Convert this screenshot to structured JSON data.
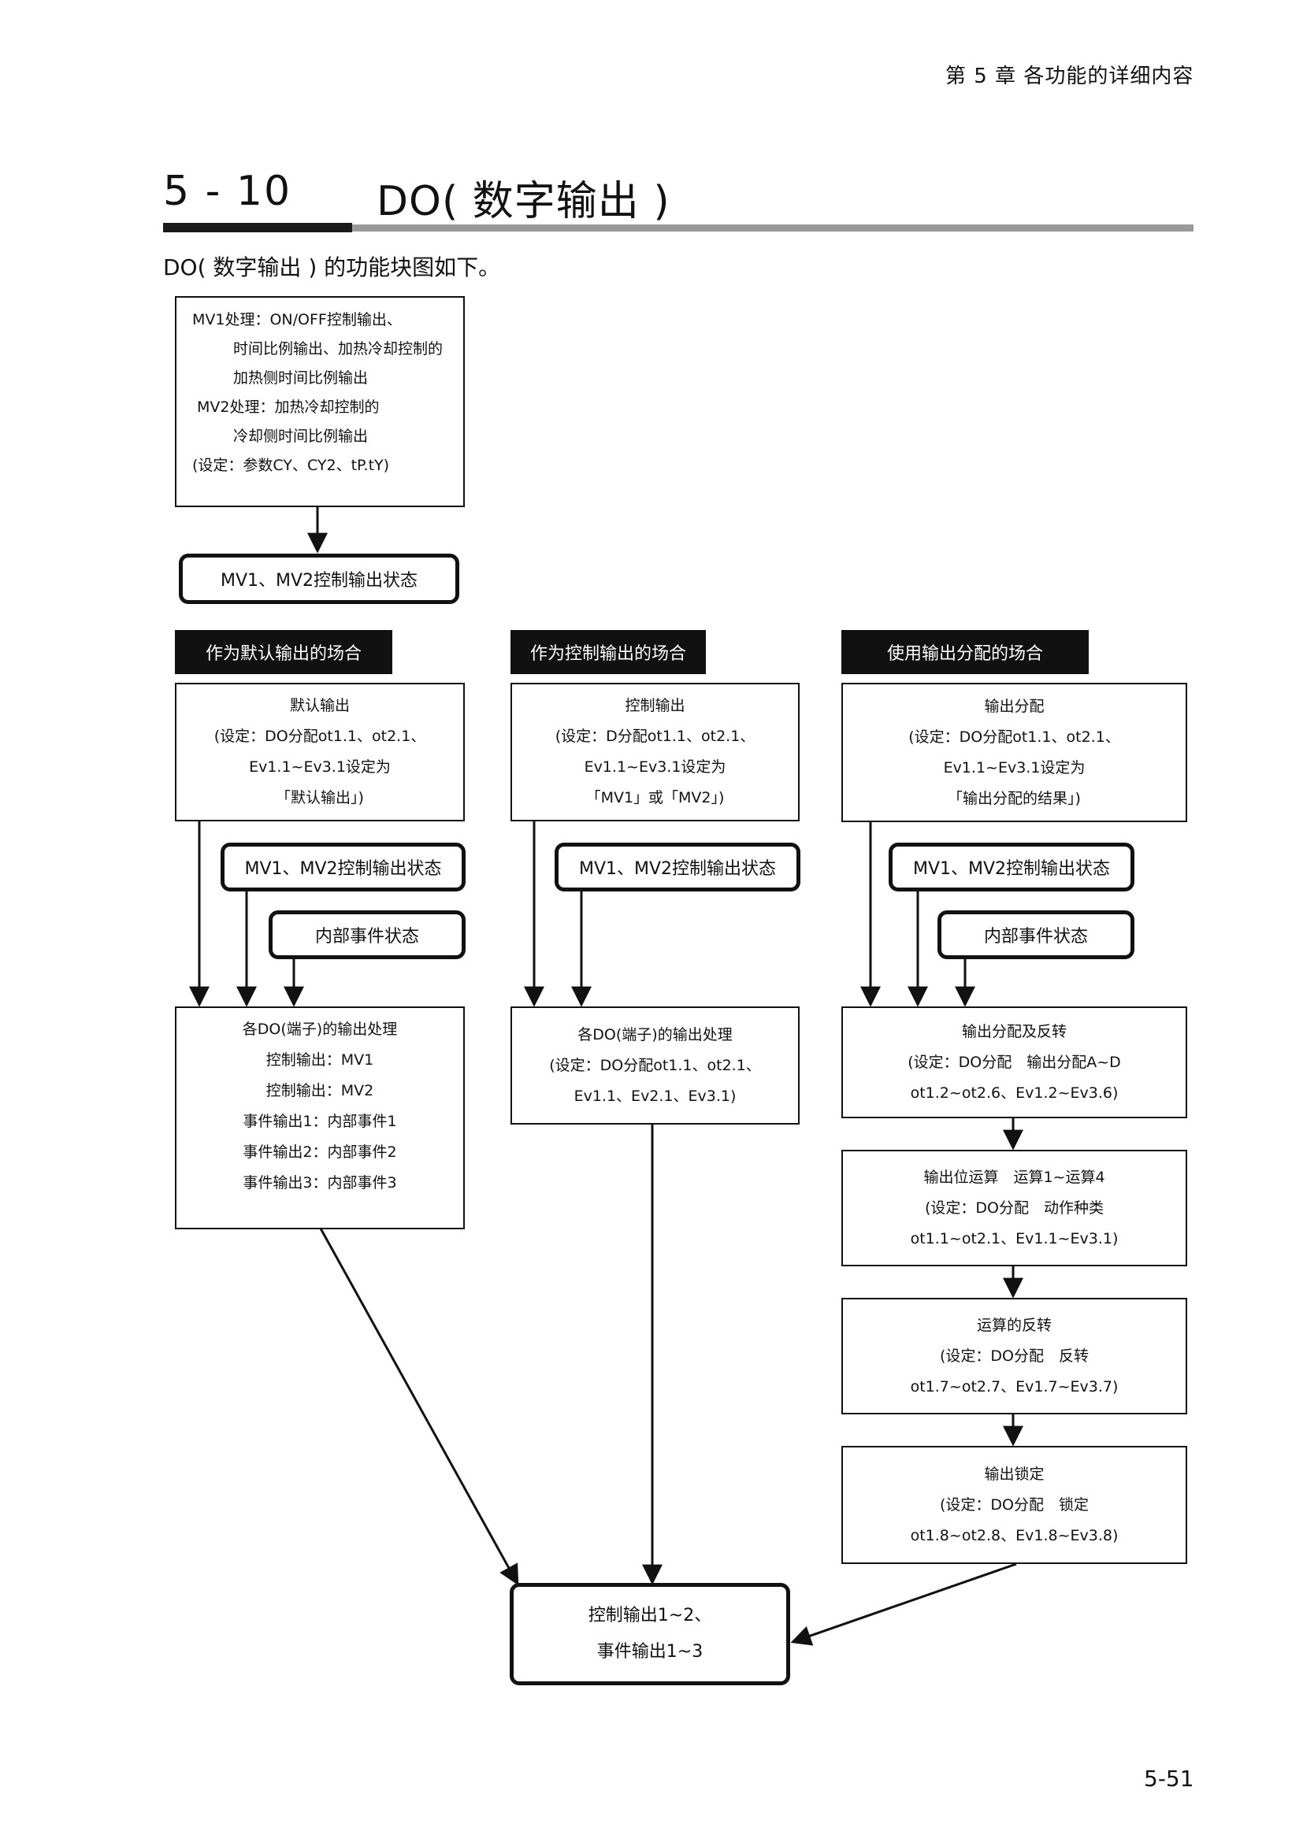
{
  "header": {
    "chapter": "第 5 章 各功能的详细内容"
  },
  "section": {
    "number": "5 - 10",
    "title": "DO( 数字输出 )"
  },
  "intro": "DO( 数字输出 ) 的功能块图如下。",
  "mv_box": {
    "lines": [
      "MV1处理：ON/OFF控制输出、",
      "时间比例输出、加热冷却控制的",
      "加热侧时间比例输出",
      "MV2处理：加热冷却控制的",
      "冷却侧时间比例输出",
      "(设定：参数CY、CY2、tP.tY)"
    ]
  },
  "mv_state_top": "MV1、MV2控制输出状态",
  "columns": [
    {
      "header": "作为默认输出的场合",
      "setting_box": {
        "lines": [
          "默认输出",
          "(设定：DO分配ot1.1、ot2.1、",
          "Ev1.1~Ev3.1设定为",
          "「默认输出」)"
        ]
      },
      "mv_state": "MV1、MV2控制输出状态",
      "event_state": "内部事件状态",
      "process_box": {
        "lines": [
          "各DO(端子)的输出处理",
          "控制输出：MV1",
          "控制输出：MV2",
          "事件输出1：内部事件1",
          "事件输出2：内部事件2",
          "事件输出3：内部事件3"
        ]
      }
    },
    {
      "header": "作为控制输出的场合",
      "setting_box": {
        "lines": [
          "控制输出",
          "(设定：D分配ot1.1、ot2.1、",
          "Ev1.1~Ev3.1设定为",
          "「MV1」或「MV2」)"
        ]
      },
      "mv_state": "MV1、MV2控制输出状态",
      "process_box": {
        "lines": [
          "各DO(端子)的输出处理",
          "(设定：DO分配ot1.1、ot2.1、",
          "Ev1.1、Ev2.1、Ev3.1)"
        ]
      }
    },
    {
      "header": "使用输出分配的场合",
      "setting_box": {
        "lines": [
          "输出分配",
          "(设定：DO分配ot1.1、ot2.1、",
          "Ev1.1~Ev3.1设定为",
          "「输出分配的结果」)"
        ]
      },
      "mv_state": "MV1、MV2控制输出状态",
      "event_state": "内部事件状态",
      "chain": [
        {
          "lines": [
            "输出分配及反转",
            "(设定：DO分配　输出分配A~D",
            "ot1.2~ot2.6、Ev1.2~Ev3.6)"
          ]
        },
        {
          "lines": [
            "输出位运算　运算1~运算4",
            "(设定：DO分配　动作种类",
            "ot1.1~ot2.1、Ev1.1~Ev3.1)"
          ]
        },
        {
          "lines": [
            "运算的反转",
            "(设定：DO分配　反转",
            "ot1.7~ot2.7、Ev1.7~Ev3.7)"
          ]
        },
        {
          "lines": [
            "输出锁定",
            "(设定：DO分配　锁定",
            "ot1.8~ot2.8、Ev1.8~Ev3.8)"
          ]
        }
      ]
    }
  ],
  "final_box": {
    "lines": [
      "控制输出1~2、",
      "事件输出1~3"
    ]
  },
  "page_number": "5-51"
}
